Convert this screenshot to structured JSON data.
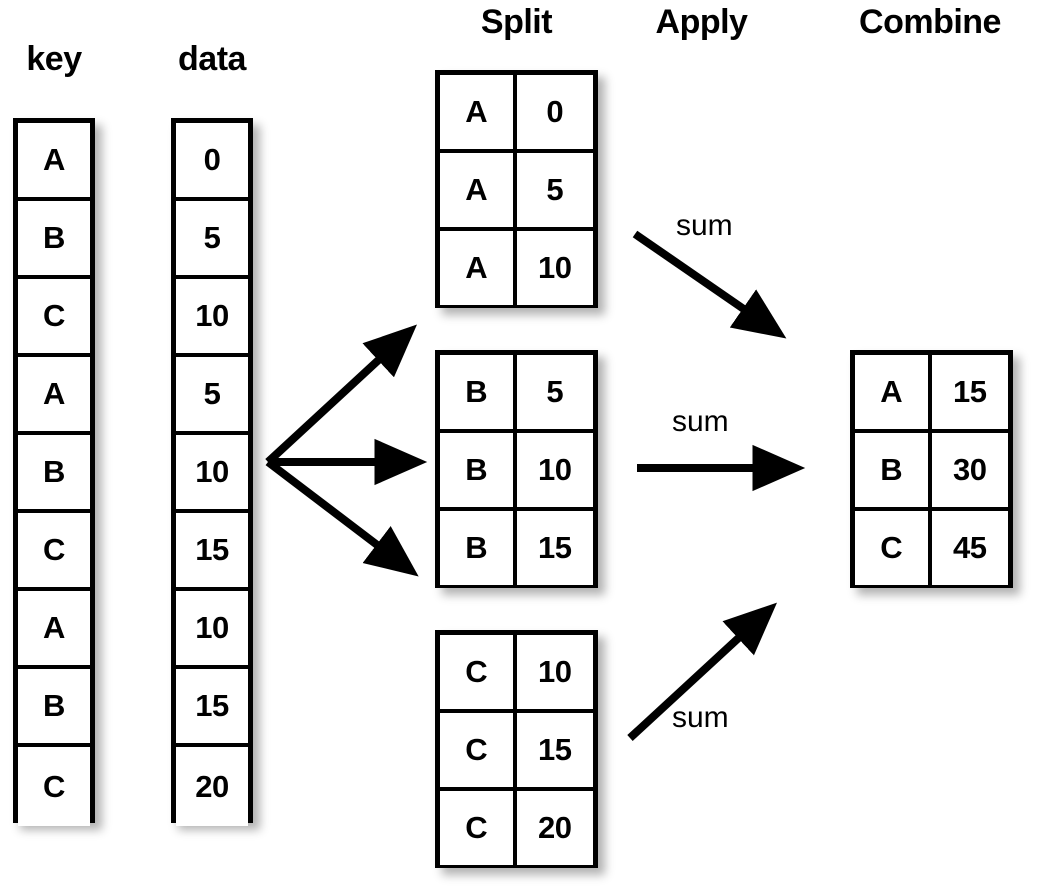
{
  "diagram": {
    "title_stage_labels": {
      "split": "Split",
      "apply": "Apply",
      "combine": "Combine"
    },
    "source_headers": {
      "key": "key",
      "data": "data"
    },
    "source_table": {
      "keys": [
        "A",
        "B",
        "C",
        "A",
        "B",
        "C",
        "A",
        "B",
        "C"
      ],
      "values": [
        "0",
        "5",
        "10",
        "5",
        "10",
        "15",
        "10",
        "15",
        "20"
      ]
    },
    "split_groups": [
      {
        "name": "group-a",
        "rows": [
          {
            "key": "A",
            "value": "0"
          },
          {
            "key": "A",
            "value": "5"
          },
          {
            "key": "A",
            "value": "10"
          }
        ]
      },
      {
        "name": "group-b",
        "rows": [
          {
            "key": "B",
            "value": "5"
          },
          {
            "key": "B",
            "value": "10"
          },
          {
            "key": "B",
            "value": "15"
          }
        ]
      },
      {
        "name": "group-c",
        "rows": [
          {
            "key": "C",
            "value": "10"
          },
          {
            "key": "C",
            "value": "15"
          },
          {
            "key": "C",
            "value": "20"
          }
        ]
      }
    ],
    "apply_labels": [
      "sum",
      "sum",
      "sum"
    ],
    "combine_table": {
      "rows": [
        {
          "key": "A",
          "value": "15"
        },
        {
          "key": "B",
          "value": "30"
        },
        {
          "key": "C",
          "value": "45"
        }
      ]
    },
    "colors": {
      "stroke": "#000000",
      "background": "#ffffff",
      "shadow": "rgba(0,0,0,0.30)"
    }
  }
}
